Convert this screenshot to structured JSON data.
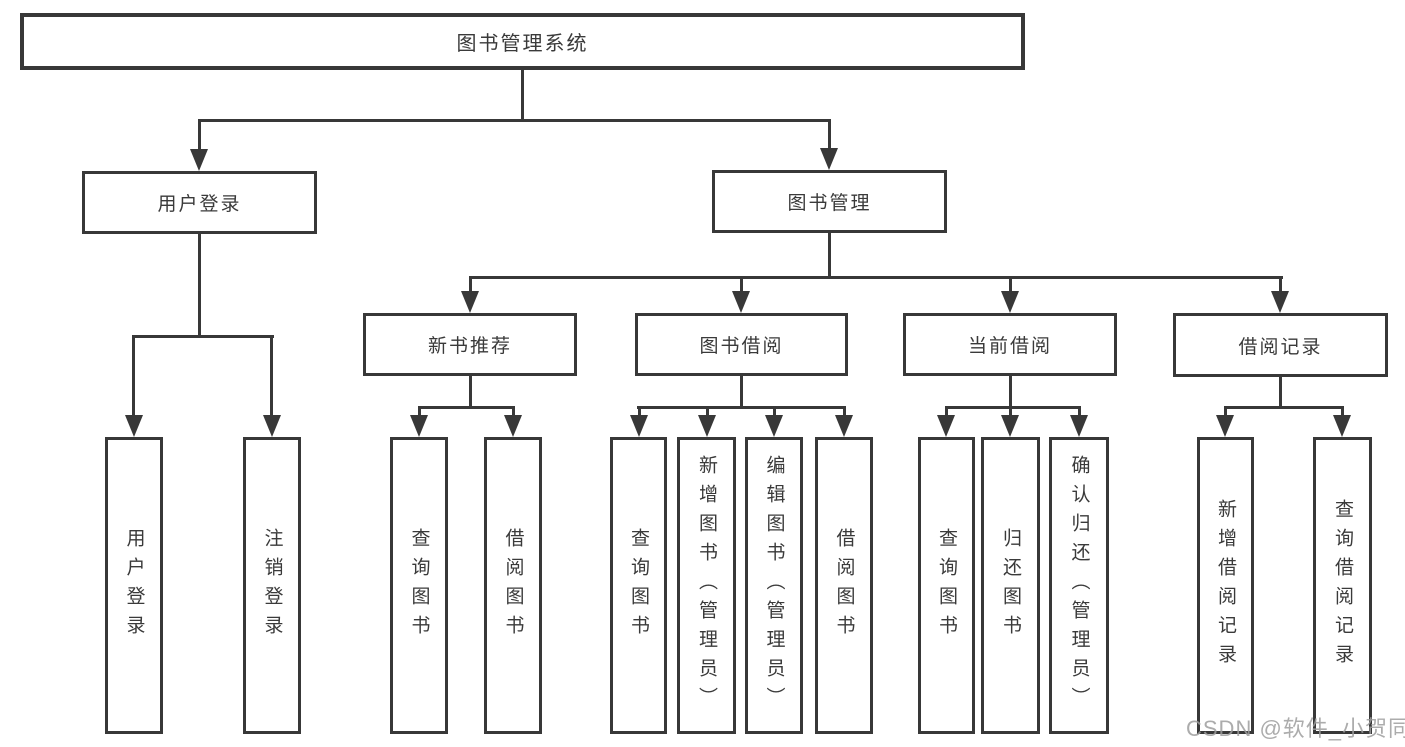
{
  "colors": {
    "line": "#383838",
    "text": "#3a3a3a",
    "watermark": "#9e9e9e",
    "background": "#ffffff"
  },
  "tree": {
    "root": "图书管理系统",
    "branches": [
      {
        "label": "用户登录",
        "children": [
          "用户登录",
          "注销登录"
        ]
      },
      {
        "label": "图书管理",
        "groups": [
          {
            "label": "新书推荐",
            "children": [
              "查询图书",
              "借阅图书"
            ]
          },
          {
            "label": "图书借阅",
            "children": [
              "查询图书",
              "新增图书（管理员）",
              "编辑图书（管理员）",
              "借阅图书"
            ]
          },
          {
            "label": "当前借阅",
            "children": [
              "查询图书",
              "归还图书",
              "确认归还（管理员）"
            ]
          },
          {
            "label": "借阅记录",
            "children": [
              "新增借阅记录",
              "查询借阅记录"
            ]
          }
        ]
      }
    ]
  },
  "watermark": {
    "text": "CSDN @软件_小贺同学"
  }
}
